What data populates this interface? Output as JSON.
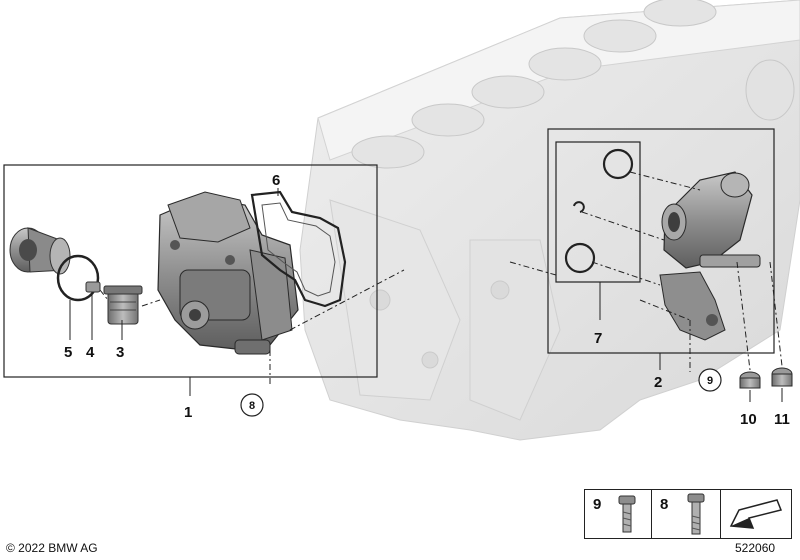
{
  "callouts": {
    "c1": "1",
    "c2": "2",
    "c3": "3",
    "c4": "4",
    "c5": "5",
    "c6": "6",
    "c7": "7",
    "c8": "8",
    "c9": "9",
    "c10": "10",
    "c11": "11"
  },
  "legend": {
    "item_a": "9",
    "item_b": "8"
  },
  "footer": {
    "copyright": "© 2022 BMW AG",
    "diagram_id": "522060"
  }
}
